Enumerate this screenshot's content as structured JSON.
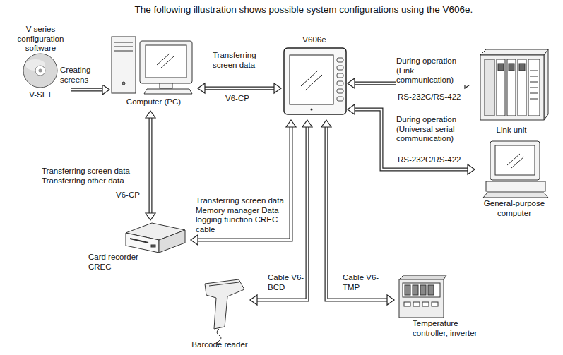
{
  "diagram": {
    "title": "The following illustration shows possible system configurations using the V606e.",
    "nodes": [
      {
        "text": [
          "V series configuration software",
          "V-SFT"
        ]
      },
      {
        "text": [
          "Computer (PC)"
        ]
      },
      {
        "text": [
          "V606e"
        ]
      },
      {
        "text": [
          "Link unit"
        ]
      },
      {
        "text": [
          "General-purpose computer"
        ]
      },
      {
        "text": [
          "Card recorder CREC"
        ]
      },
      {
        "text": [
          "Barcode reader"
        ]
      },
      {
        "text": [
          "Temperature controller, inverter"
        ]
      }
    ],
    "edges": [
      {
        "from": 0,
        "to": 1,
        "label": "Creating screens",
        "arrow": "to"
      },
      {
        "from": 1,
        "to": 2,
        "label": "Transferring screen data",
        "arrow": "both"
      },
      {
        "from": 2,
        "to": 3,
        "label": "During operation (Link communication)",
        "arrow": "both"
      },
      {
        "from": 2,
        "to": 4,
        "label": "During operation (Universal serial communication)",
        "arrow": "both"
      },
      {
        "from": 1,
        "to": 5,
        "label": "Transferring screen data Transferring other data",
        "arrow": "both"
      },
      {
        "from": 2,
        "to": 5,
        "label": "Transferring screen data Memory manager Data logging function CREC cable",
        "arrow": "both"
      },
      {
        "from": 2,
        "to": 6,
        "label": "Cable V6-BCD",
        "arrow": "both"
      },
      {
        "from": 2,
        "to": 7,
        "label": "Cable V6-TMP",
        "arrow": "both"
      }
    ],
    "labels": [
      "V6-CP",
      "RS-232C/RS-422",
      "RS-232C/RS-422",
      "V6-CP"
    ]
  }
}
